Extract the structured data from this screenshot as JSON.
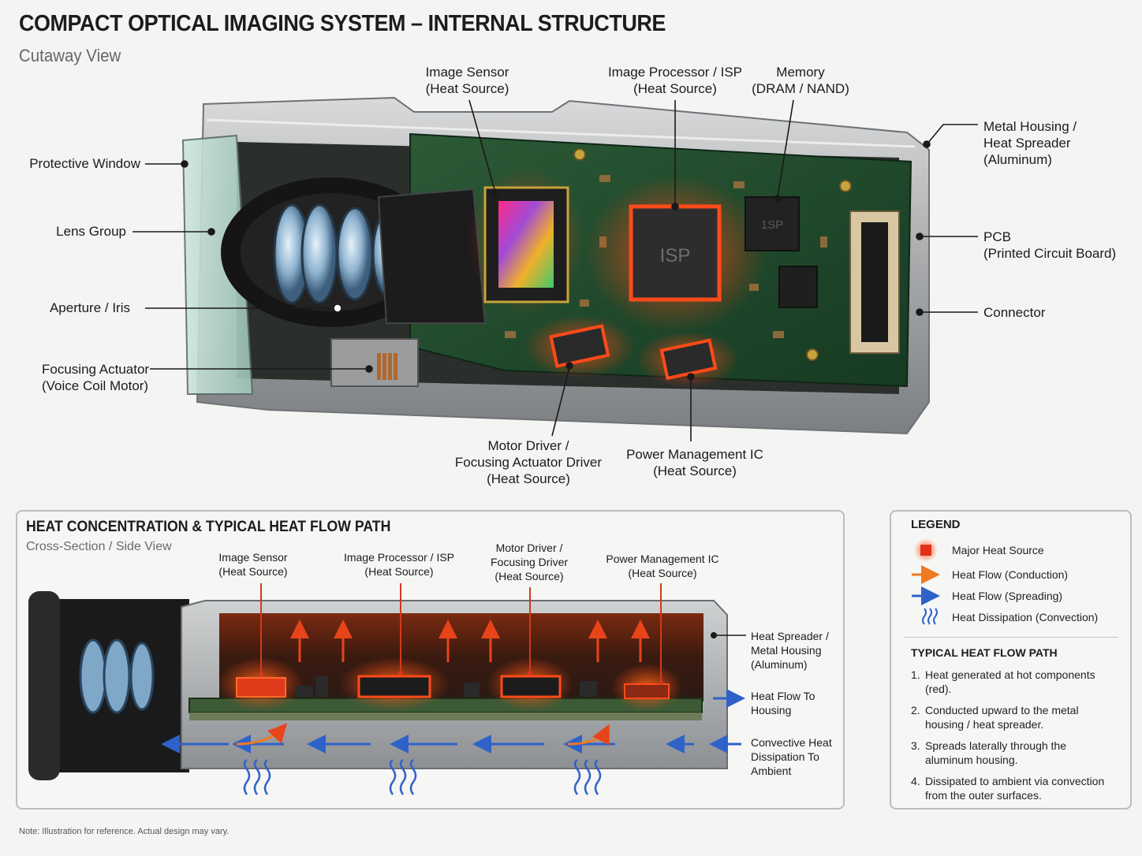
{
  "header": {
    "title": "COMPACT OPTICAL IMAGING SYSTEM – INTERNAL STRUCTURE",
    "subtitle": "Cutaway View"
  },
  "cutaway_labels": {
    "protective_window": "Protective Window",
    "lens_group": "Lens Group",
    "aperture": "Aperture / Iris",
    "focusing_actuator": [
      "Focusing Actuator",
      "(Voice Coil Motor)"
    ],
    "image_sensor": [
      "Image Sensor",
      "(Heat Source)"
    ],
    "isp": [
      "Image Processor / ISP",
      "(Heat Source)"
    ],
    "memory": [
      "Memory",
      "(DRAM / NAND)"
    ],
    "metal_housing": [
      "Metal Housing /",
      "Heat Spreader",
      "(Aluminum)"
    ],
    "pcb": [
      "PCB",
      "(Printed Circuit Board)"
    ],
    "connector": "Connector",
    "motor_driver": [
      "Motor Driver /",
      "Focusing Actuator Driver",
      "(Heat Source)"
    ],
    "power_ic": [
      "Power Management IC",
      "(Heat Source)"
    ]
  },
  "chip_marks": {
    "isp": "ISP",
    "memory": "1SP"
  },
  "heat_panel": {
    "title": "HEAT CONCENTRATION & TYPICAL HEAT FLOW PATH",
    "subtitle": "Cross-Section / Side View",
    "labels": {
      "image_sensor": [
        "Image Sensor",
        "(Heat Source)"
      ],
      "isp": [
        "Image Processor / ISP",
        "(Heat Source)"
      ],
      "motor_driver": [
        "Motor Driver /",
        "Focusing Driver",
        "(Heat Source)"
      ],
      "power_ic": [
        "Power Management IC",
        "(Heat Source)"
      ],
      "heat_spreader": [
        "Heat Spreader /",
        "Metal Housing",
        "(Aluminum)"
      ],
      "heat_flow_housing": [
        "Heat Flow To",
        "Housing"
      ],
      "convective": [
        "Convective Heat",
        "Dissipation To",
        "Ambient"
      ]
    }
  },
  "legend": {
    "title": "LEGEND",
    "items": [
      {
        "icon": "heat-source-icon",
        "label": "Major Heat Source"
      },
      {
        "icon": "orange-arrow-icon",
        "label": "Heat Flow (Conduction)"
      },
      {
        "icon": "blue-arrow-icon",
        "label": "Heat Flow (Spreading)"
      },
      {
        "icon": "convection-wave-icon",
        "label": "Heat Dissipation (Convection)"
      }
    ],
    "path_title": "TYPICAL HEAT FLOW PATH",
    "steps": [
      {
        "n": "1.",
        "lines": [
          "Heat generated at hot components",
          "(red)."
        ]
      },
      {
        "n": "2.",
        "lines": [
          "Conducted upward to the metal",
          "housing / heat spreader."
        ]
      },
      {
        "n": "3.",
        "lines": [
          "Spreads laterally through the",
          "aluminum housing."
        ]
      },
      {
        "n": "4.",
        "lines": [
          "Dissipated to ambient via convection",
          "from the outer surfaces."
        ]
      }
    ]
  },
  "note": "Note: Illustration for reference. Actual design may vary.",
  "colors": {
    "heat": "#ff3b12",
    "conduction": "#f07a1f",
    "spreading": "#2f62c9",
    "pcb": "#1f4a2c",
    "metal": "#a9acae"
  }
}
